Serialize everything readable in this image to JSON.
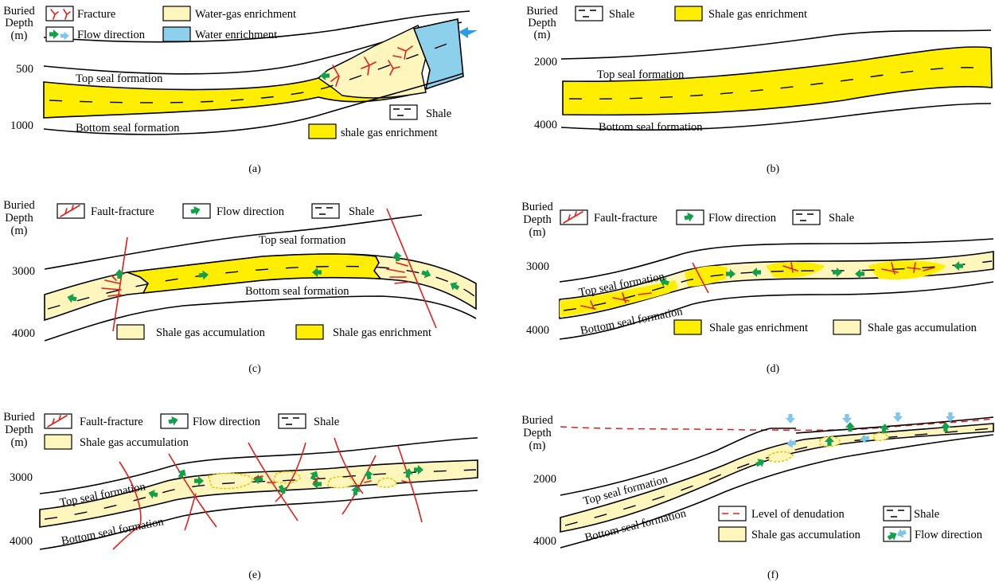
{
  "colors": {
    "enrichment": "#ffee00",
    "accumulation": "#fff6be",
    "water_gas": "#fff6be",
    "water": "#8cd0ec",
    "fault": "#e0201b",
    "flow_green": "#12a04a",
    "flow_blue": "#7fc6ee",
    "line": "#000000"
  },
  "axis_title": [
    "Buried",
    "Depth",
    "(m)"
  ],
  "panels": [
    {
      "caption": "(a)",
      "ticks": [
        "500",
        "1000"
      ],
      "legend": [
        "Fracture",
        "Flow direction",
        "Water-gas enrichment",
        "Water enrichment",
        "Shale",
        "shale gas enrichment"
      ],
      "top_label": "Top seal formation",
      "bottom_label": "Bottom seal formation"
    },
    {
      "caption": "(b)",
      "ticks": [
        "2000",
        "4000"
      ],
      "legend": [
        "Shale",
        "Shale gas enrichment"
      ],
      "top_label": "Top seal formation",
      "bottom_label": "Bottom seal formation"
    },
    {
      "caption": "(c)",
      "ticks": [
        "3000",
        "4000"
      ],
      "legend": [
        "Fault-fracture",
        "Flow direction",
        "Shale",
        "Shale gas accumulation",
        "Shale gas enrichment"
      ],
      "top_label": "Top seal formation",
      "bottom_label": "Bottom seal formation"
    },
    {
      "caption": "(d)",
      "ticks": [
        "3000",
        "4000"
      ],
      "legend": [
        "Fault-fracture",
        "Flow direction",
        "Shale",
        "Shale gas enrichment",
        "Shale gas accumulation"
      ],
      "top_label": "Top seal formation",
      "bottom_label": "Bottom seal formation"
    },
    {
      "caption": "(e)",
      "ticks": [
        "3000",
        "4000"
      ],
      "legend": [
        "Fault-fracture",
        "Flow direction",
        "Shale",
        "Shale gas accumulation"
      ],
      "top_label": "Top seal formation",
      "bottom_label": "Bottom seal formation"
    },
    {
      "caption": "(f)",
      "ticks": [
        "2000",
        "4000"
      ],
      "legend": [
        "Level of denudation",
        "Shale",
        "Shale gas accumulation",
        "Flow direction"
      ],
      "top_label": "Top  seal  formation",
      "bottom_label": "Bottom  seal  formation"
    }
  ]
}
